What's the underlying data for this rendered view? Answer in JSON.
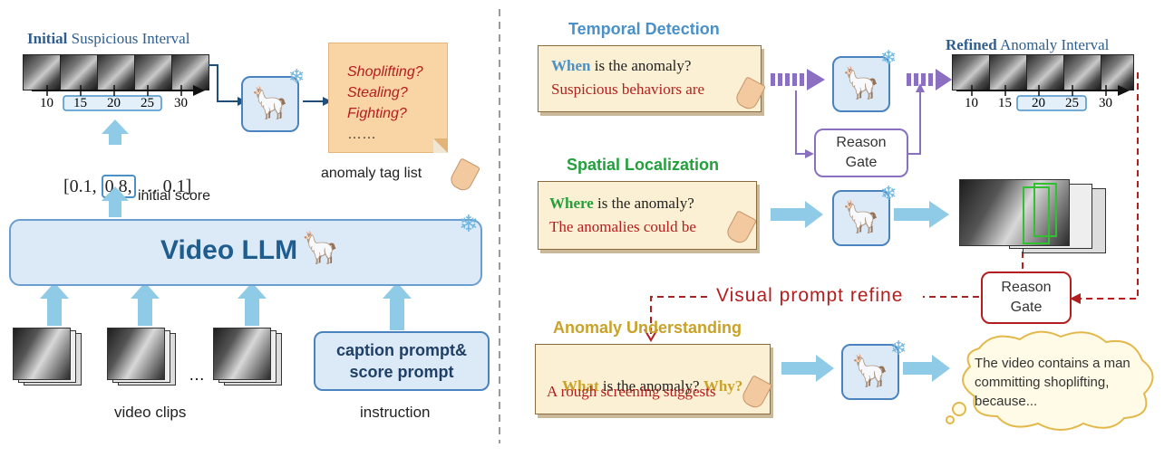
{
  "left": {
    "initial_interval_bold": "Initial",
    "initial_interval_rest": " Suspicious Interval",
    "ticks": [
      "10",
      "15",
      "20",
      "25",
      "30"
    ],
    "score_open": "[0.1, ",
    "score_highlight": "0.8,",
    "score_close": " … 0.1]",
    "initial_score_label": "initial score",
    "tag_lines": [
      "Shoplifting?",
      "Stealing?",
      "Fighting?",
      "……"
    ],
    "anomaly_tag_label": "anomaly tag list",
    "video_llm_label": "Video LLM",
    "ellipsis": "…",
    "video_clips_label": "video clips",
    "prompt_label": "caption prompt& score prompt",
    "instruction_label": "instruction"
  },
  "right": {
    "temporal_title": "Temporal Detection",
    "temporal_q_bold": "When",
    "temporal_q_rest": " is the anomaly?",
    "temporal_answer": "Suspicious behaviors are",
    "reason_gate_label": "Reason Gate",
    "refined_bold": "Refined",
    "refined_rest": " Anomaly Interval",
    "refined_ticks": [
      "10",
      "15",
      "20",
      "25",
      "30"
    ],
    "spatial_title": "Spatial Localization",
    "spatial_q_bold": "Where",
    "spatial_q_rest": " is the anomaly?",
    "spatial_answer": "The anomalies could be",
    "visual_prompt_label": "Visual prompt refine",
    "reason_gate2_label": "Reason Gate",
    "understanding_title": "Anomaly Understanding",
    "und_q_bold1": "What",
    "und_q_rest": " is the anomaly? ",
    "und_q_bold2": "Why?",
    "und_answer": "A rough screening suggests",
    "output_text": "The video contains a man committing shoplifting, because..."
  },
  "colors": {
    "blue_title": "#4a90c9",
    "green_title": "#22a03c",
    "gold_title": "#c9a227",
    "dark_red": "#b41e1e",
    "arrow_blue": "#8fcbe6",
    "gate_purple": "#8b6fc1",
    "gate_red": "#b41e1e"
  }
}
